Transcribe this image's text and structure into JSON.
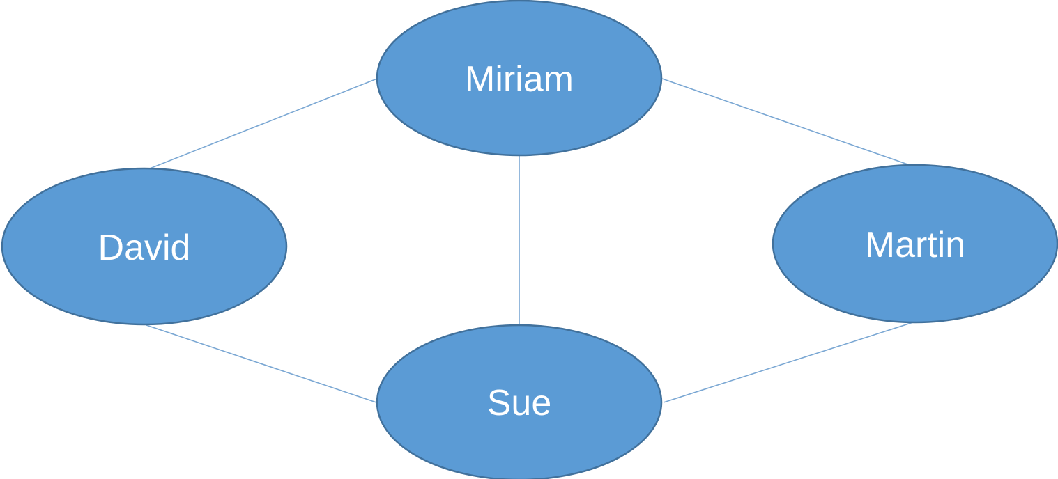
{
  "diagram": {
    "nodes": [
      {
        "id": "miriam",
        "label": "Miriam"
      },
      {
        "id": "david",
        "label": "David"
      },
      {
        "id": "martin",
        "label": "Martin"
      },
      {
        "id": "sue",
        "label": "Sue"
      }
    ],
    "edges": [
      {
        "from": "miriam",
        "to": "david"
      },
      {
        "from": "miriam",
        "to": "martin"
      },
      {
        "from": "miriam",
        "to": "sue"
      },
      {
        "from": "david",
        "to": "sue"
      },
      {
        "from": "martin",
        "to": "sue"
      }
    ],
    "colors": {
      "node_fill": "#5b9bd5",
      "node_border": "#41719c",
      "edge": "#7aa7d3",
      "label": "#ffffff"
    }
  }
}
